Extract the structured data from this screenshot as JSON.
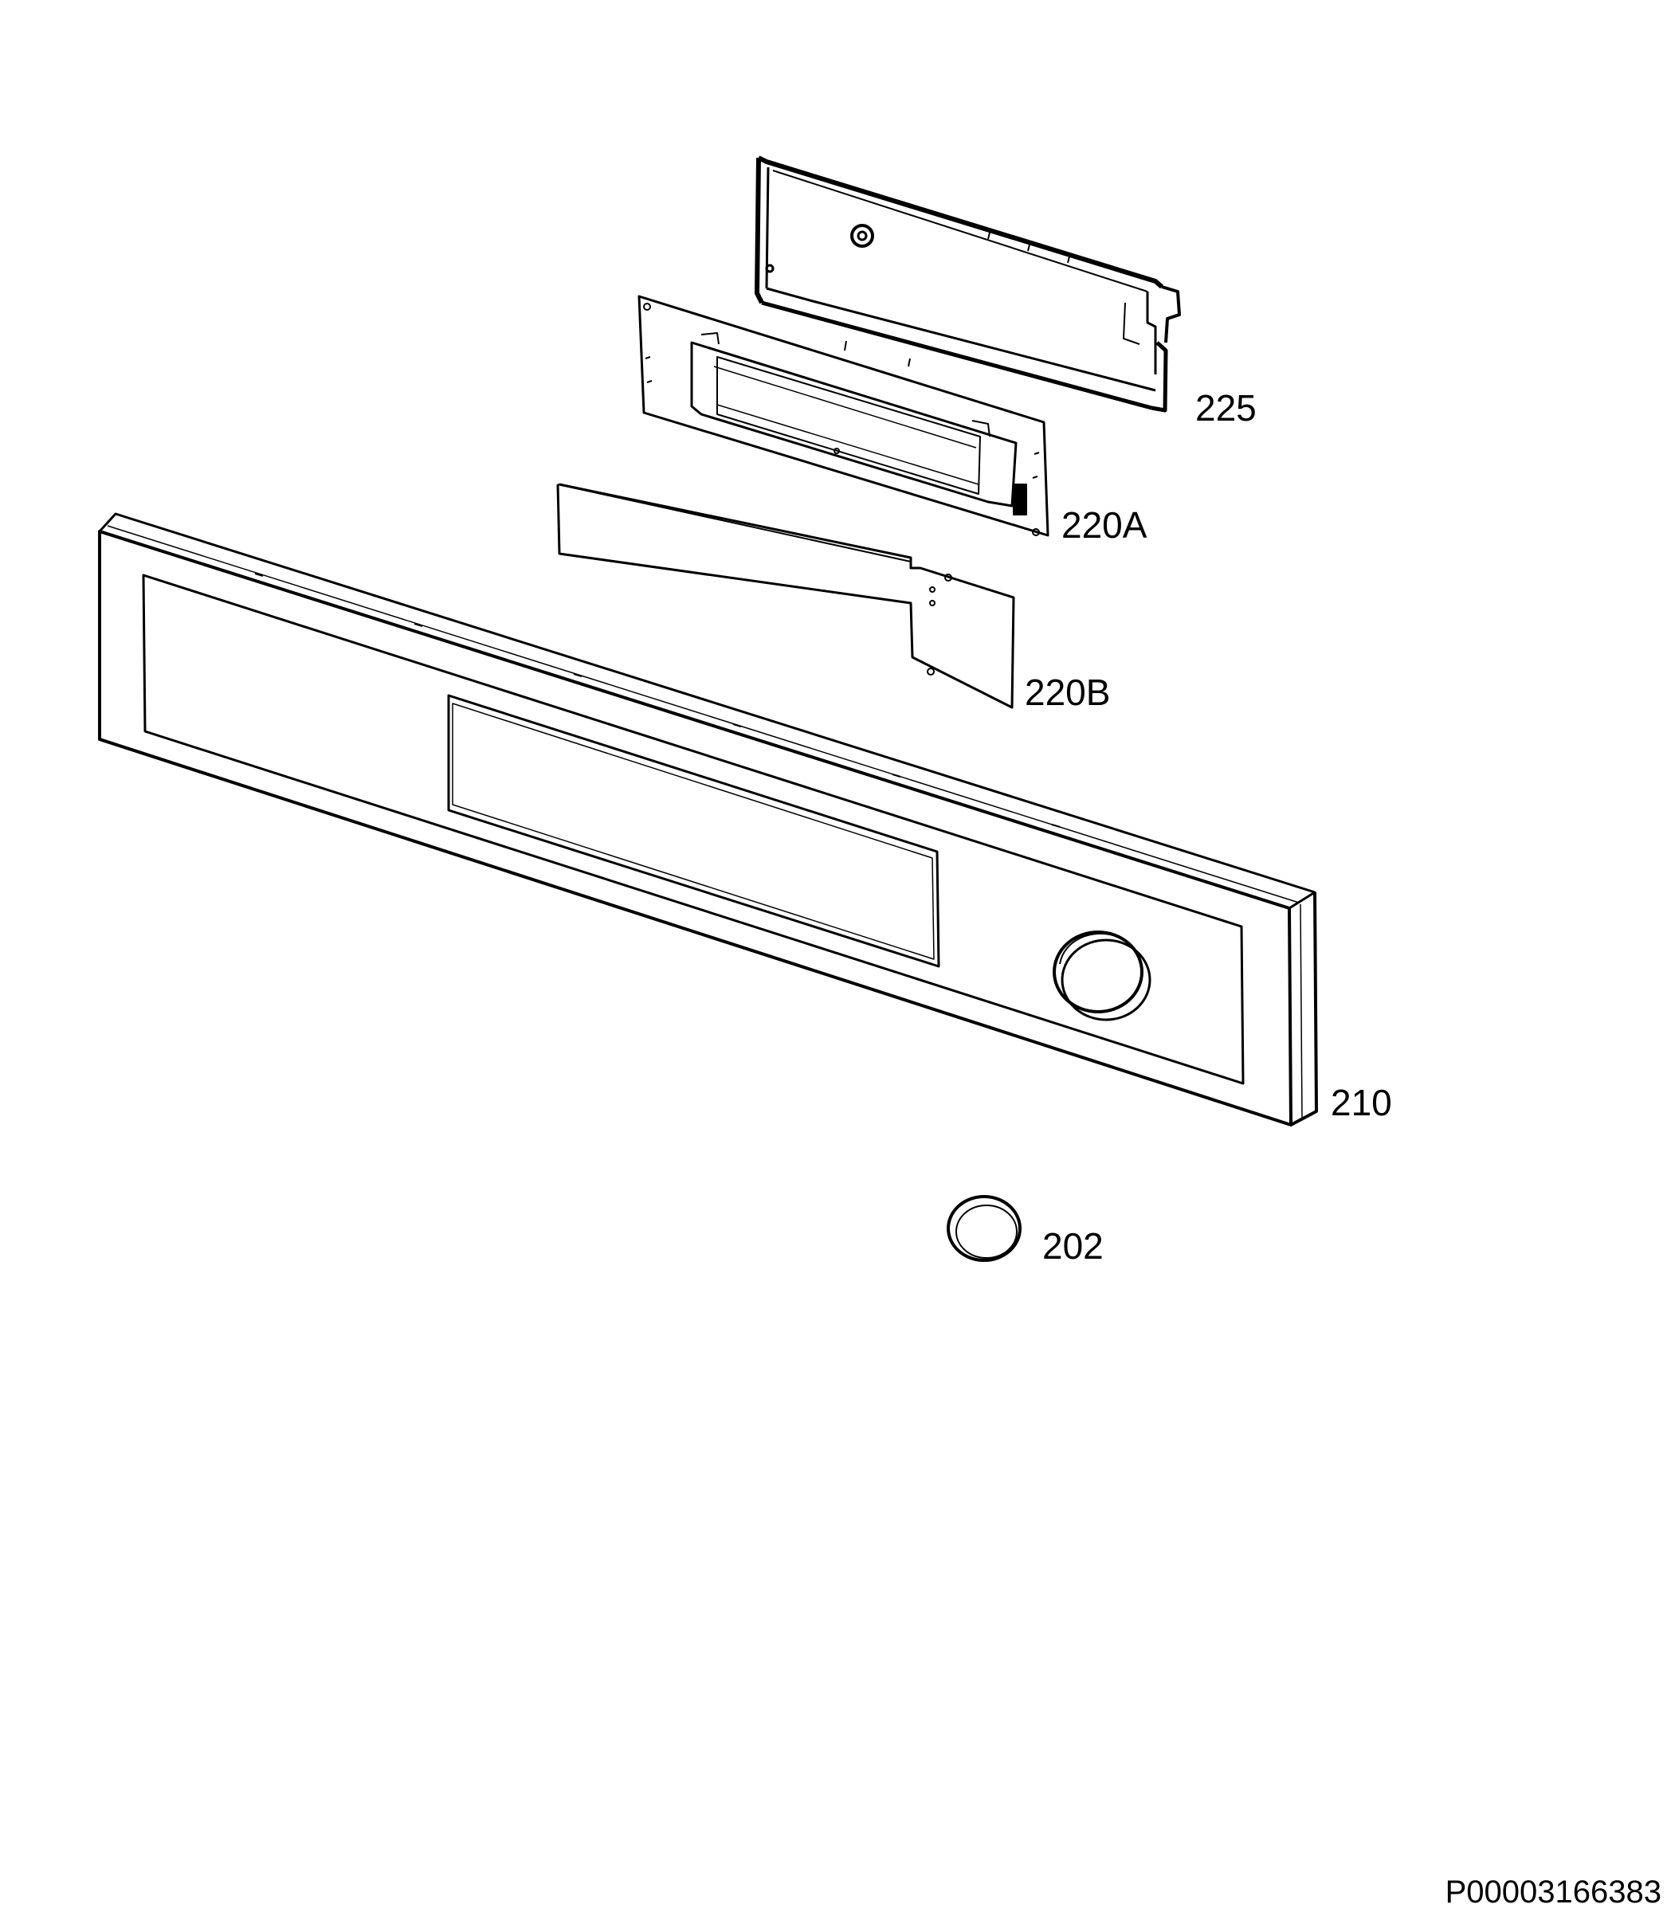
{
  "diagram": {
    "labels": {
      "p225": "225",
      "p220a": "220A",
      "p220b": "220B",
      "p210": "210",
      "p202": "202"
    },
    "document_id": "P00003166383"
  },
  "colors": {
    "line": "#000000",
    "background": "#ffffff"
  }
}
